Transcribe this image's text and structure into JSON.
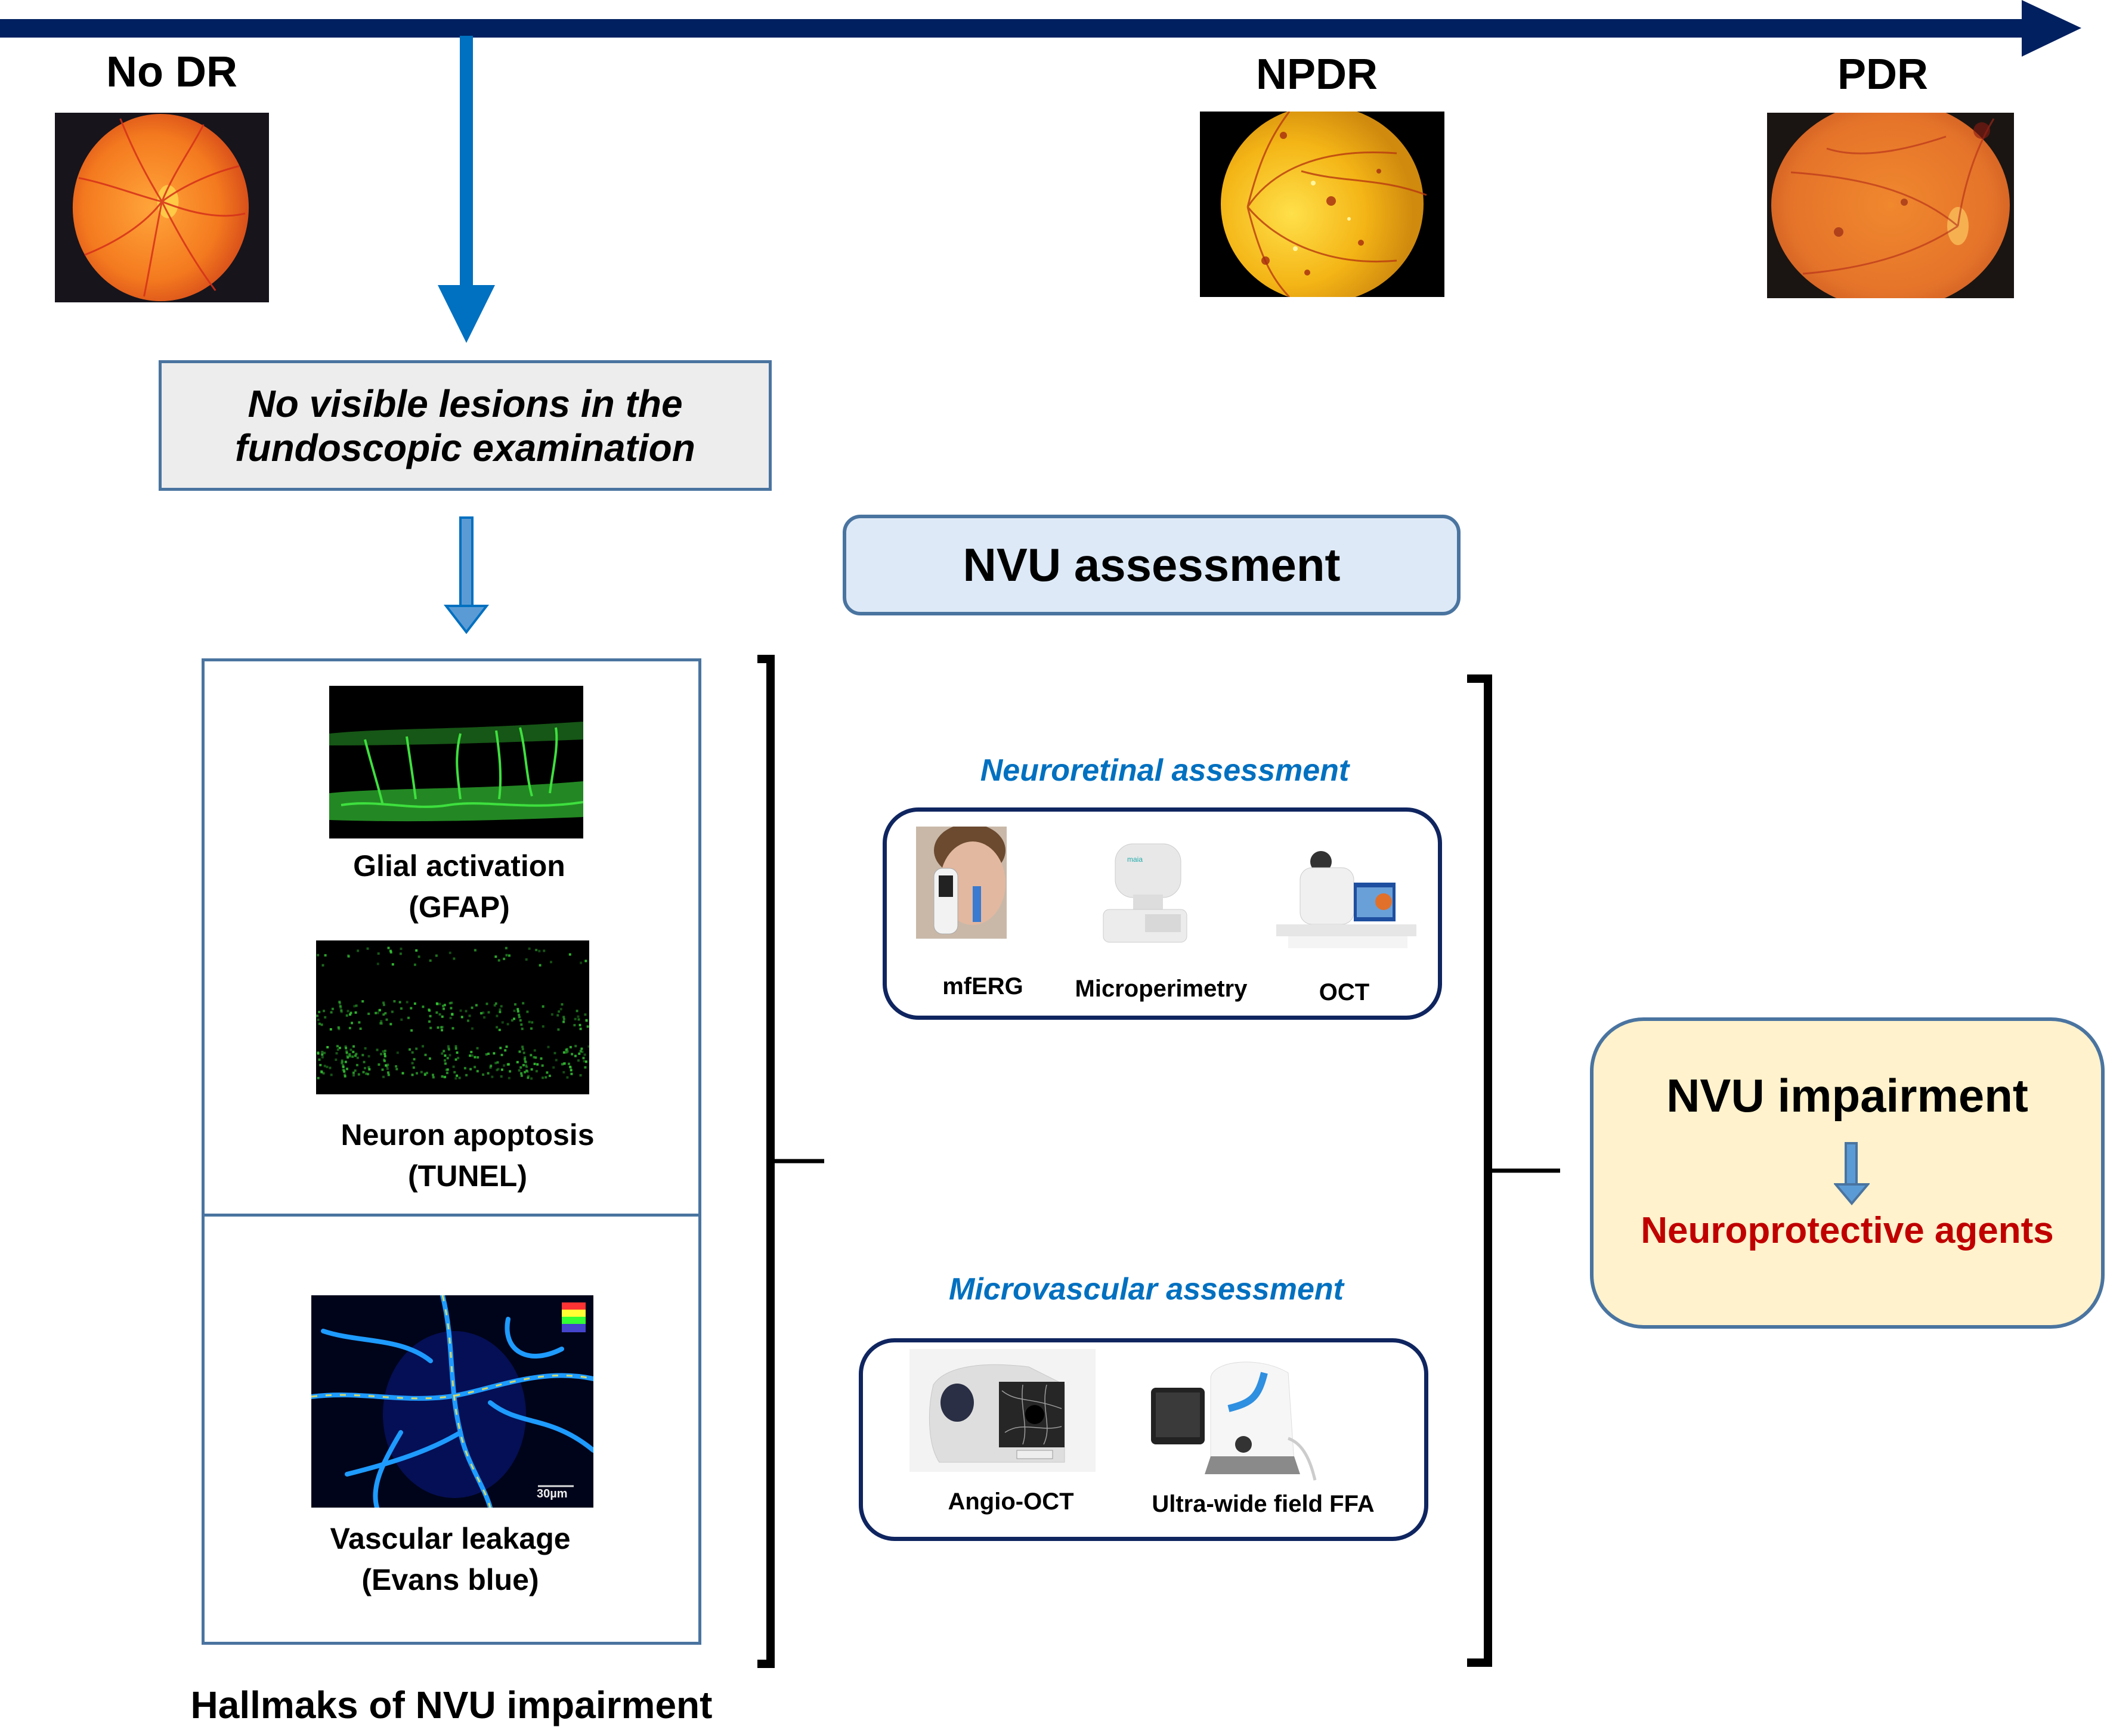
{
  "colors": {
    "timeline": "#002060",
    "blue_arrow": "#0070c0",
    "box_border": "#4a74a0",
    "device_box_border": "#0f2560",
    "section_title": "#0070c0",
    "therapy_text": "#c00000",
    "nvu_box_fill": "#dde9f6",
    "impairment_box_fill": "#fff2cc",
    "lesion_box_fill": "#ededed"
  },
  "timeline": {
    "stages": [
      {
        "label": "No DR",
        "image": "fundus-normal"
      },
      {
        "label": "NPDR",
        "image": "fundus-npdr"
      },
      {
        "label": "PDR",
        "image": "fundus-pdr"
      }
    ]
  },
  "fundoscopy": {
    "line1": "No visible lesions in the",
    "line2": "fundoscopic examination"
  },
  "hallmarks": {
    "caption": "Hallmaks of NVU impairment",
    "items": [
      {
        "line1": "Glial activation",
        "line2": "(GFAP)"
      },
      {
        "line1": "Neuron apoptosis",
        "line2": "(TUNEL)"
      },
      {
        "line1": "Vascular leakage",
        "line2": "(Evans blue)",
        "scale_bar": "30µm"
      }
    ]
  },
  "assessment": {
    "title": "NVU assessment",
    "neuroretinal": {
      "title": "Neuroretinal assessment",
      "devices": [
        "mfERG",
        "Microperimetry",
        "OCT"
      ]
    },
    "microvascular": {
      "title": "Microvascular assessment",
      "devices": [
        "Angio-OCT",
        "Ultra-wide field FFA"
      ]
    }
  },
  "outcome": {
    "title": "NVU impairment",
    "therapy": "Neuroprotective agents"
  }
}
